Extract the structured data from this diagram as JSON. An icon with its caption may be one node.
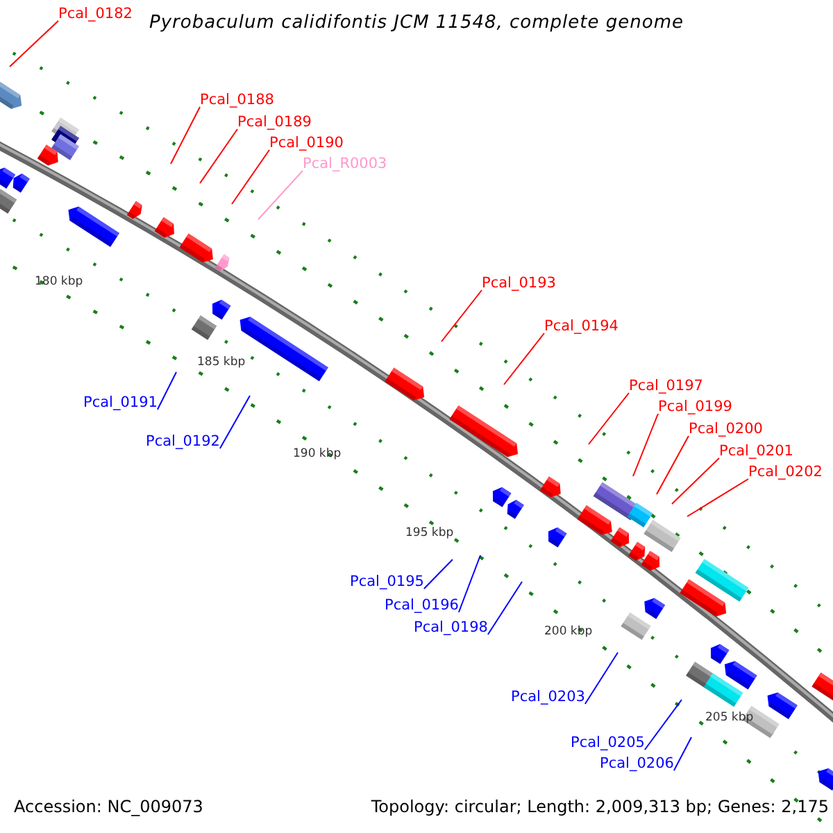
{
  "diagram": {
    "title": "Pyrobaculum calidifontis JCM 11548, complete genome",
    "nodes": [
      {
        "text": [
          "Pcal_0182"
        ]
      },
      {
        "text": [
          "Pcal_0188"
        ]
      },
      {
        "text": [
          "Pcal_0189"
        ]
      },
      {
        "text": [
          "Pcal_0190"
        ]
      },
      {
        "text": [
          "Pcal_R0003"
        ]
      },
      {
        "text": [
          "Pcal_0191"
        ]
      },
      {
        "text": [
          "Pcal_0192"
        ]
      },
      {
        "text": [
          "Pcal_0193"
        ]
      },
      {
        "text": [
          "Pcal_0194"
        ]
      },
      {
        "text": [
          "Pcal_0197"
        ]
      },
      {
        "text": [
          "Pcal_0199"
        ]
      },
      {
        "text": [
          "Pcal_0200"
        ]
      },
      {
        "text": [
          "Pcal_0201"
        ]
      },
      {
        "text": [
          "Pcal_0202"
        ]
      },
      {
        "text": [
          "Pcal_0195"
        ]
      },
      {
        "text": [
          "Pcal_0196"
        ]
      },
      {
        "text": [
          "Pcal_0198"
        ]
      },
      {
        "text": [
          "Pcal_0203"
        ]
      },
      {
        "text": [
          "Pcal_0205"
        ]
      },
      {
        "text": [
          "Pcal_0206"
        ]
      }
    ],
    "edges": [
      {
        "from": 0,
        "to": null,
        "arrow": "none"
      },
      {
        "from": 1,
        "to": null,
        "arrow": "none"
      },
      {
        "from": 2,
        "to": null,
        "arrow": "none"
      },
      {
        "from": 3,
        "to": null,
        "arrow": "none"
      },
      {
        "from": 4,
        "to": null,
        "arrow": "none",
        "color": "#ff99cc"
      },
      {
        "from": 5,
        "to": null,
        "arrow": "none",
        "color": "#0000ff"
      },
      {
        "from": 6,
        "to": null,
        "arrow": "none",
        "color": "#0000ff"
      },
      {
        "from": 7,
        "to": null,
        "arrow": "none"
      },
      {
        "from": 8,
        "to": null,
        "arrow": "none"
      },
      {
        "from": 9,
        "to": null,
        "arrow": "none"
      },
      {
        "from": 10,
        "to": null,
        "arrow": "none"
      },
      {
        "from": 11,
        "to": null,
        "arrow": "none"
      },
      {
        "from": 12,
        "to": null,
        "arrow": "none"
      },
      {
        "from": 13,
        "to": null,
        "arrow": "none"
      },
      {
        "from": 14,
        "to": null,
        "arrow": "none",
        "color": "#0000ff"
      },
      {
        "from": 15,
        "to": null,
        "arrow": "none",
        "color": "#0000ff"
      },
      {
        "from": 16,
        "to": null,
        "arrow": "none",
        "color": "#0000ff"
      },
      {
        "from": 17,
        "to": null,
        "arrow": "none",
        "color": "#0000ff"
      },
      {
        "from": 18,
        "to": null,
        "arrow": "none",
        "color": "#0000ff"
      },
      {
        "from": 19,
        "to": null,
        "arrow": "none",
        "color": "#0000ff"
      }
    ],
    "labels": [
      "180 kbp",
      "185 kbp",
      "190 kbp",
      "195 kbp",
      "200 kbp",
      "205 kbp",
      "Accession: NC_009073",
      "Topology: circular; Length: 2,009,313 bp; Genes: 2,175"
    ]
  }
}
